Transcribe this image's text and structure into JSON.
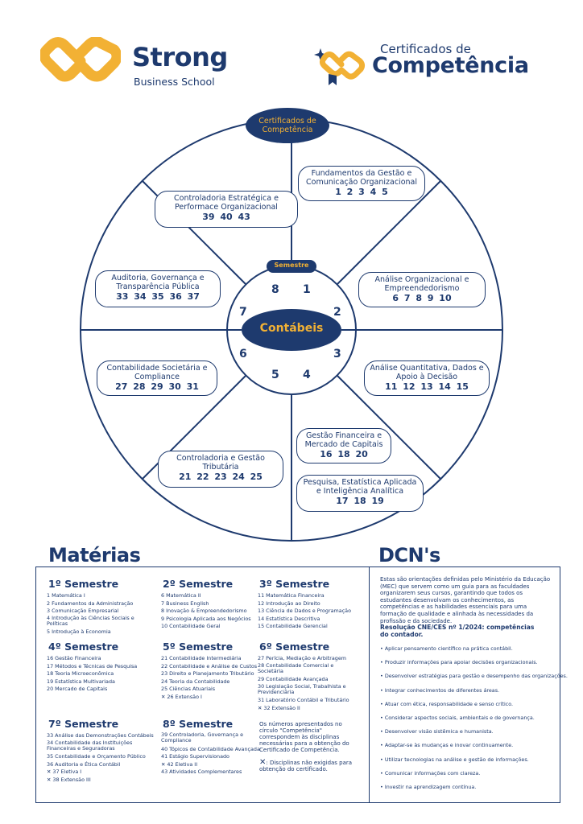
{
  "header": {
    "strong_logo_title": "Strong",
    "strong_logo_subtitle": "Business School",
    "cert_logo_line1": "Certificados de",
    "cert_logo_line2": "Competência"
  },
  "wheel": {
    "top_badge": "Certificados de Competência",
    "semestre_label": "Semestre",
    "center_label": "Contábeis",
    "semester_numbers": [
      "1",
      "2",
      "3",
      "4",
      "5",
      "6",
      "7",
      "8"
    ],
    "certificates": [
      {
        "title": "Fundamentos da Gestão e Comunicação Organizacional",
        "numbers": "1 2 3 4 5"
      },
      {
        "title": "Análise Organizacional e Empreendedorismo",
        "numbers": "6 7 8 9 10"
      },
      {
        "title": "Análise Quantitativa, Dados e Apoio à Decisão",
        "numbers": "11 12 13 14 15"
      },
      {
        "title": "Gestão Financeira e Mercado de Capitais",
        "numbers": "16 18 20"
      },
      {
        "title": "Pesquisa, Estatística Aplicada e Inteligência Analítica",
        "numbers": "17 18 19"
      },
      {
        "title": "Controladoria e Gestão Tributária",
        "numbers": "21 22 23 24 25"
      },
      {
        "title": "Contabilidade Societária e Compliance",
        "numbers": "27 28 29 30 31"
      },
      {
        "title": "Auditoria, Governança e Transparência Pública",
        "numbers": "33 34 35 36 37"
      },
      {
        "title": "Controladoria Estratégica e Performace Organizacional",
        "numbers": "39 40 43"
      }
    ]
  },
  "materias": {
    "title": "Matérias",
    "semesters": [
      {
        "heading": "1º Semestre",
        "items": [
          "1 Matemática I",
          "2 Fundamentos da Administração",
          "3 Comunicação Empresarial",
          "4 Introdução às Ciências Sociais e Políticas",
          "5 Introdução à Economia"
        ]
      },
      {
        "heading": "2º Semestre",
        "items": [
          "6 Matemática II",
          "7 Business English",
          "8 Inovação & Empreendedorismo",
          "9 Psicologia Aplicada aos Negócios",
          "10 Contabilidade Geral"
        ]
      },
      {
        "heading": "3º Semestre",
        "items": [
          "11 Matemática Financeira",
          "12 Introdução ao Direito",
          "13 Ciência de Dados e Programação",
          "14 Estatística Descritiva",
          "15 Contabilidade Gerencial"
        ]
      },
      {
        "heading": "4º Semestre",
        "items": [
          "16 Gestão Financeira",
          "17 Métodos e Técnicas de Pesquisa",
          "18 Teoria Microeconômica",
          "19 Estatística Multivariada",
          "20 Mercado de Capitais"
        ]
      },
      {
        "heading": "5º Semestre",
        "items": [
          "21 Contabilidade Intermediária",
          "22 Contabilidade e Análise de Custos",
          "23 Direito e Planejamento Tributário",
          "24 Teoria da Contabilidade",
          "25 Ciências Atuariais",
          "✕ 26 Extensão I"
        ]
      },
      {
        "heading": "6º Semestre",
        "items": [
          "27 Perícia, Mediação e Arbitragem",
          "28 Contabilidade Comercial e Societária",
          "29 Contabilidade Avançada",
          "30 Legislação Social, Trabalhista e Previdenciária",
          "31 Laboratório Contábil e Tributário",
          "✕ 32 Extensão II"
        ]
      },
      {
        "heading": "7º Semestre",
        "items": [
          "33 Análise das Demonstrações Contábeis",
          "34 Contabilidade das Instituições Financeiras e Seguradoras",
          "35 Contabilidade e Orçamento Público",
          "36 Auditoria e Ética Contábil",
          "✕ 37 Eletiva I",
          "✕ 38 Extensão III"
        ]
      },
      {
        "heading": "8º Semestre",
        "items": [
          "39 Controladoria, Governança e Compliance",
          "40 Tópicos de Contabilidade Avançada",
          "41 Estágio Supervisionado",
          "✕ 42 Eletiva II",
          "43 Atividades Complementares"
        ]
      }
    ],
    "note": "Os números apresentados no círculo \"Competência\" correspondem às disciplinas necessárias para a obtenção do Certificado de Competência.",
    "legend_symbol": "✕",
    "legend_text": ": Disciplinas não exigidas para obtenção do certificado."
  },
  "dcns": {
    "title": "DCN's",
    "intro": "Estas são orientações definidas pelo Ministério da Educação (MEC) que servem como um guia para as faculdades organizarem seus cursos, garantindo que todos os estudantes desenvolvam os conhecimentos, as competências e as habilidades essenciais para uma formação de qualidade e alinhada às necessidades da profissão e da sociedade.",
    "resolution": "Resolução CNE/CES nº 1/2024: competências do contador.",
    "items": [
      "Aplicar pensamento científico na prática contábil.",
      "Produzir informações para apoiar decisões organizacionais.",
      "Desenvolver estratégias para gestão e desempenho das organizações.",
      "Integrar conhecimentos de diferentes áreas.",
      "Atuar com ética, responsabilidade e senso crítico.",
      "Considerar aspectos sociais, ambientais e de governança.",
      "Desenvolver visão sistêmica e humanista.",
      "Adaptar-se às mudanças e inovar continuamente.",
      "Utilizar tecnologias na análise e gestão de informações.",
      "Comunicar informações com clareza.",
      "Investir na aprendizagem contínua."
    ]
  },
  "colors": {
    "navy": "#1e3a6e",
    "gold": "#f2b134"
  }
}
